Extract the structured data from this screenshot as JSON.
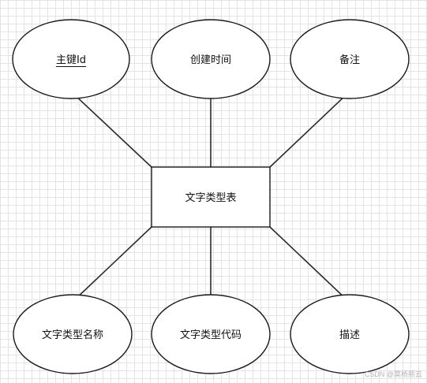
{
  "entity": {
    "label": "文字类型表"
  },
  "attributes": [
    {
      "id": "attr-primary-key",
      "label": "主键Id",
      "underline": true
    },
    {
      "id": "attr-created-time",
      "label": "创建时间",
      "underline": false
    },
    {
      "id": "attr-remark",
      "label": "备注",
      "underline": false
    },
    {
      "id": "attr-type-name",
      "label": "文字类型名称",
      "underline": false
    },
    {
      "id": "attr-type-code",
      "label": "文字类型代码",
      "underline": false
    },
    {
      "id": "attr-description",
      "label": "描述",
      "underline": false
    }
  ],
  "watermark": "CSDN @莫杨熙云"
}
